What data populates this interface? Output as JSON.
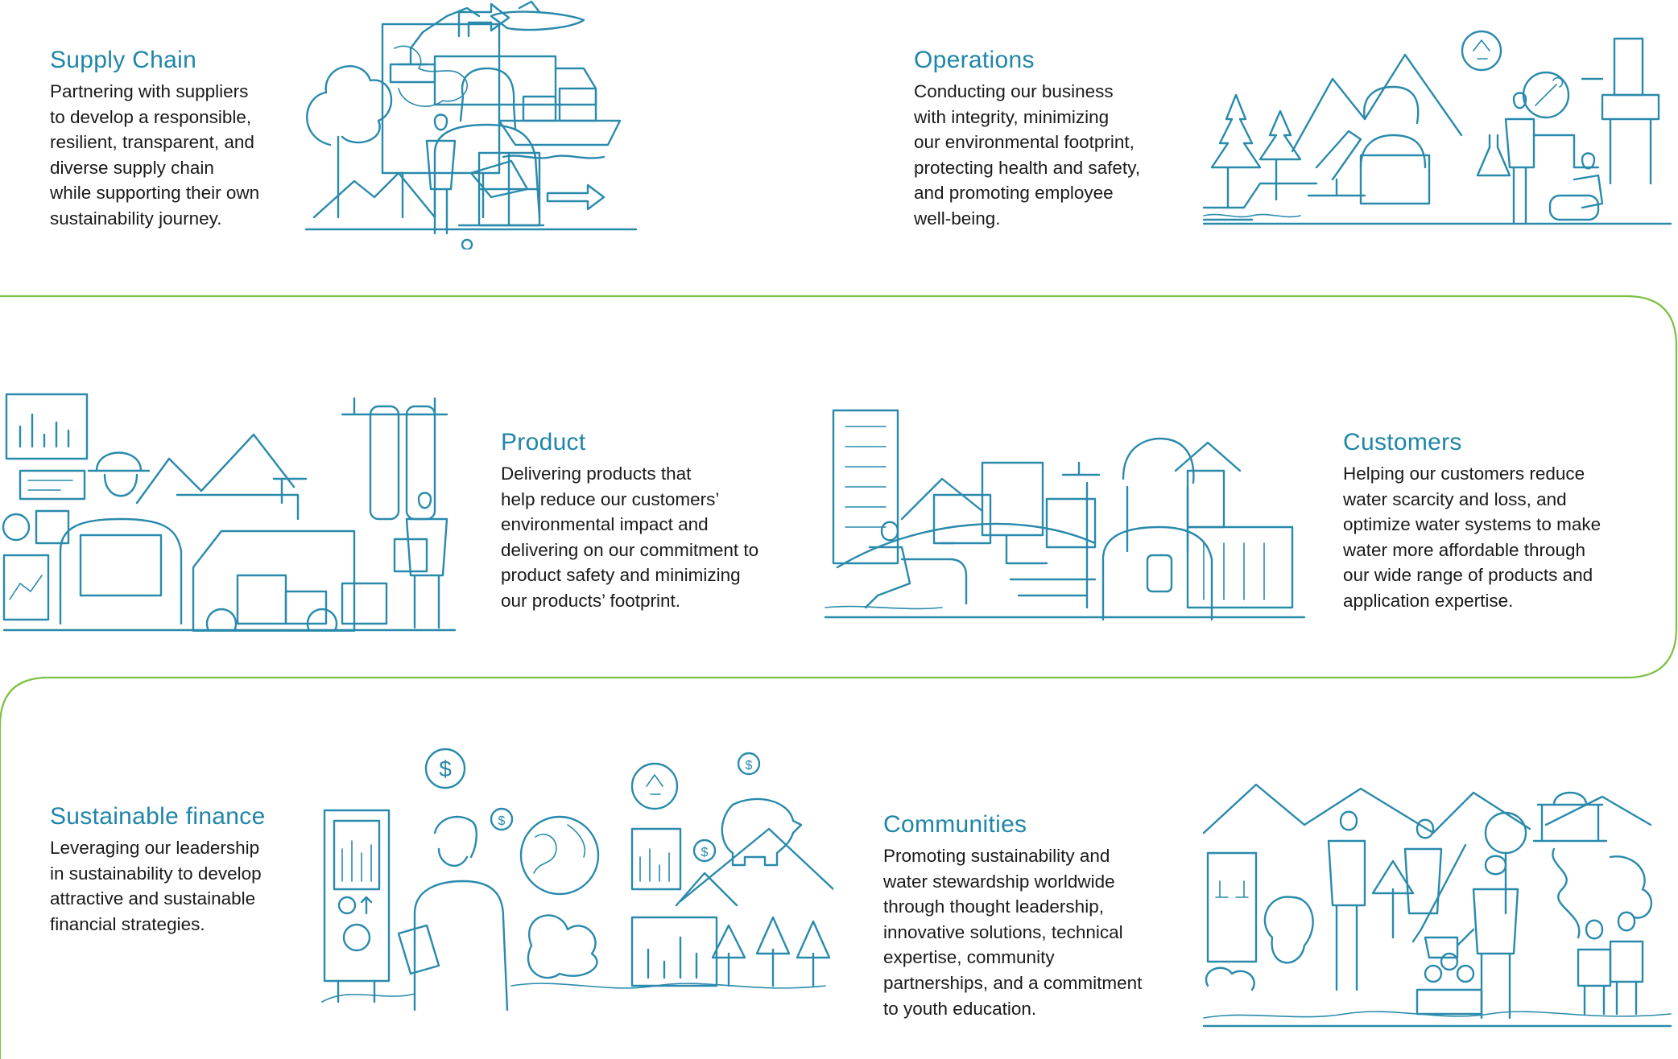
{
  "colors": {
    "heading": "#1f86a8",
    "body_text": "#1a1a1a",
    "illustration_line": "#2a8aac",
    "divider_green": "#7cc142"
  },
  "sections": [
    {
      "id": "supply_chain",
      "title": "Supply Chain",
      "body": "Partnering with suppliers\nto develop a responsible,\nresilient, transparent, and\ndiverse supply chain\nwhile supporting their own\nsustainability journey."
    },
    {
      "id": "operations",
      "title": "Operations",
      "body": "Conducting our business\nwith integrity, minimizing\nour environmental footprint,\nprotecting health and safety,\nand promoting employee\nwell-being."
    },
    {
      "id": "product",
      "title": "Product",
      "body": "Delivering products that\nhelp reduce our customers’\nenvironmental impact and\ndelivering on our commitment to\n product safety and minimizing\nour products’ footprint."
    },
    {
      "id": "customers",
      "title": "Customers",
      "body": "Helping our customers reduce\nwater scarcity and loss, and\noptimize water systems to make\nwater more affordable through\nour wide range of products and\napplication expertise."
    },
    {
      "id": "sustainable_finance",
      "title": "Sustainable finance",
      "body": "Leveraging our leadership\nin sustainability to develop\nattractive and sustainable\nfinancial strategies."
    },
    {
      "id": "communities",
      "title": "Communities",
      "body": "Promoting sustainability and\nwater stewardship worldwide\nthrough thought leadership,\ninnovative solutions, technical\nexpertise, community\npartnerships, and a commitment\nto youth education."
    }
  ],
  "icons": {
    "dollar_symbol": "$",
    "supply_chain_illustration": "supply-chain-illustration",
    "operations_illustration": "operations-illustration",
    "product_illustration": "product-illustration",
    "customers_illustration": "customers-illustration",
    "finance_illustration": "finance-illustration",
    "communities_illustration": "communities-illustration"
  }
}
